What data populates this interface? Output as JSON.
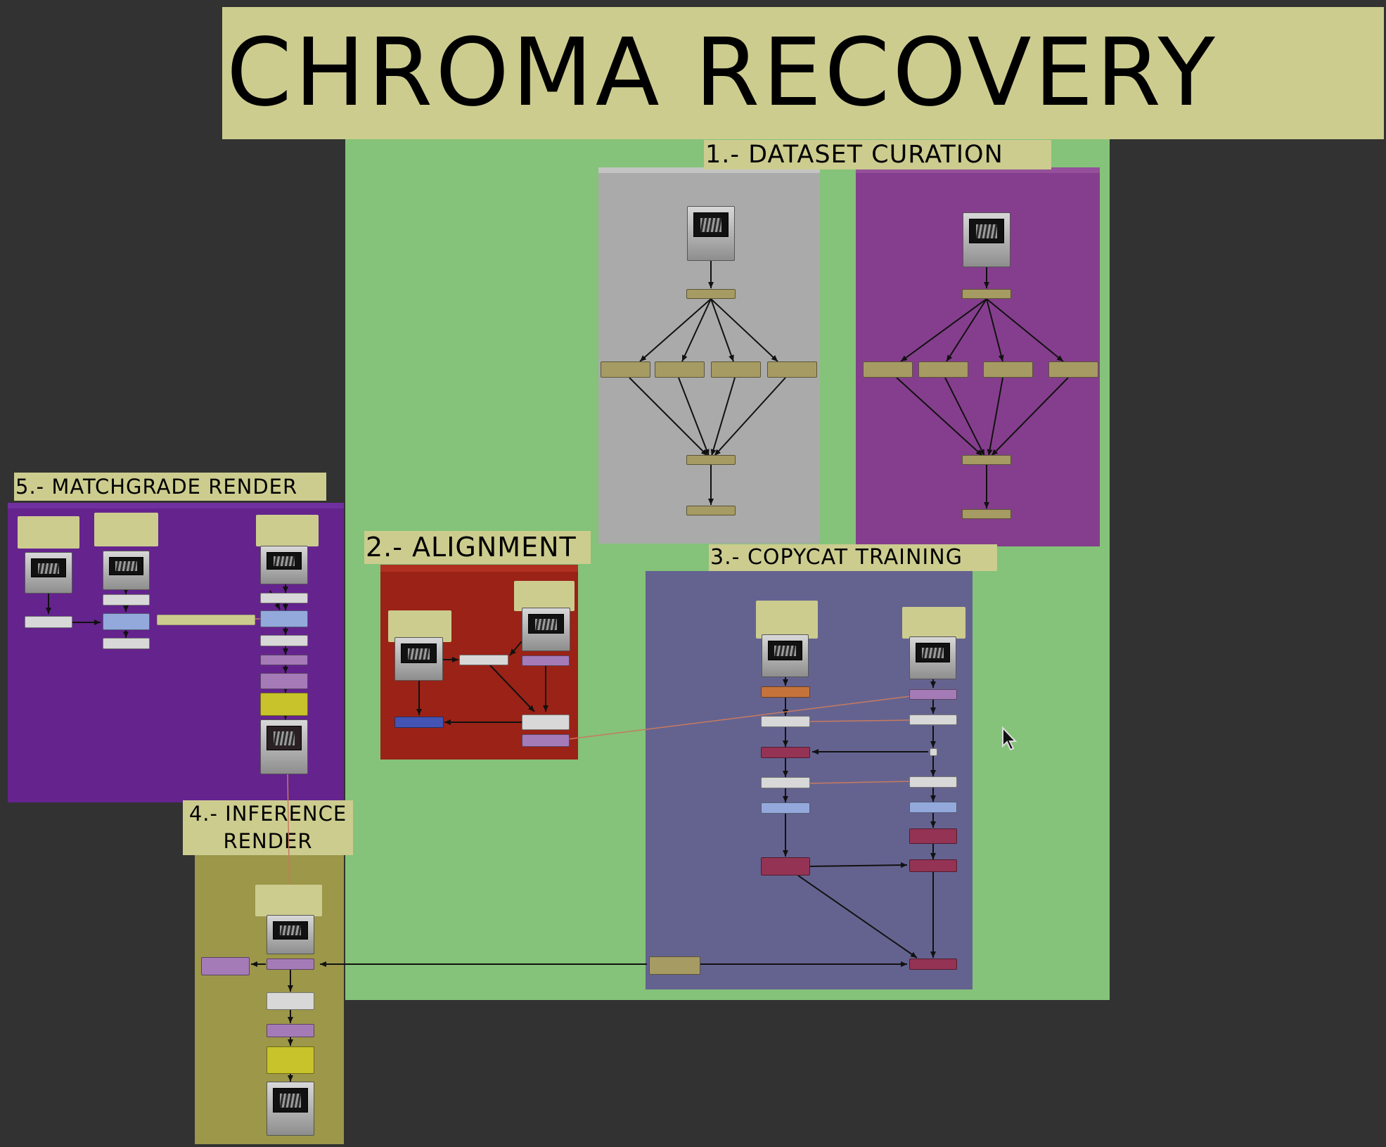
{
  "title": "CHROMA RECOVERY",
  "sections": {
    "dataset_curation": "1.- DATASET CURATION",
    "alignment": "2.- ALIGNMENT",
    "copycat_training": "3.- COPYCAT TRAINING",
    "inference_render": "4.- INFERENCE RENDER",
    "matchgrade_render": "5.- MATCHGRADE RENDER"
  },
  "colors": {
    "canvas": "#323232",
    "title_label": "#cccc8f",
    "green_backdrop": "#84c379",
    "grey_backdrop": "#aaaaaa",
    "magenta_backdrop": "#853e8d",
    "red_backdrop": "#9b2216",
    "slate_backdrop": "#646390",
    "violet_backdrop": "#65238e",
    "olive_backdrop": "#9c9749",
    "node_tan": "#a69b63",
    "node_light": "#d8d8d8",
    "node_blue": "#94a9db",
    "node_lavender": "#a57bb7",
    "node_crimson": "#943354",
    "node_orange": "#c5733a",
    "node_yellow": "#c8c32a",
    "node_dark_blue": "#4454b4",
    "wire": "#111111",
    "wire_highlight": "#c77a5e"
  },
  "icons": {
    "cursor": "mouse-pointer-icon",
    "read_node": "image-thumbnail-icon"
  }
}
